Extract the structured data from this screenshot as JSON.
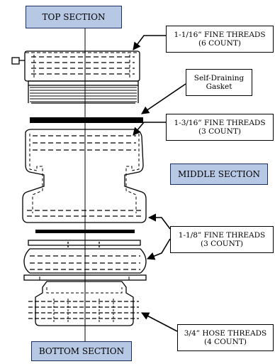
{
  "sections": {
    "top": "TOP SECTION",
    "middle": "MIDDLE SECTION",
    "bottom": "BOTTOM SECTION"
  },
  "callouts": {
    "top_threads": {
      "line1": "1-1/16” FINE THREADS",
      "line2": "(6 COUNT)"
    },
    "gasket": {
      "line1": "Self-Draining",
      "line2": "Gasket"
    },
    "middle_threads": {
      "line1": "1-3/16” FINE THREADS",
      "line2": "(3 COUNT)"
    },
    "lower_threads": {
      "line1": "1-1/8” FINE THREADS",
      "line2": "(3 COUNT)"
    },
    "hose_threads": {
      "line1": "3/4” HOSE THREADS",
      "line2": "(4 COUNT)"
    }
  },
  "colors": {
    "section_fill": "#b6c8e4",
    "section_border": "#1c2f5c",
    "line": "#000000"
  }
}
